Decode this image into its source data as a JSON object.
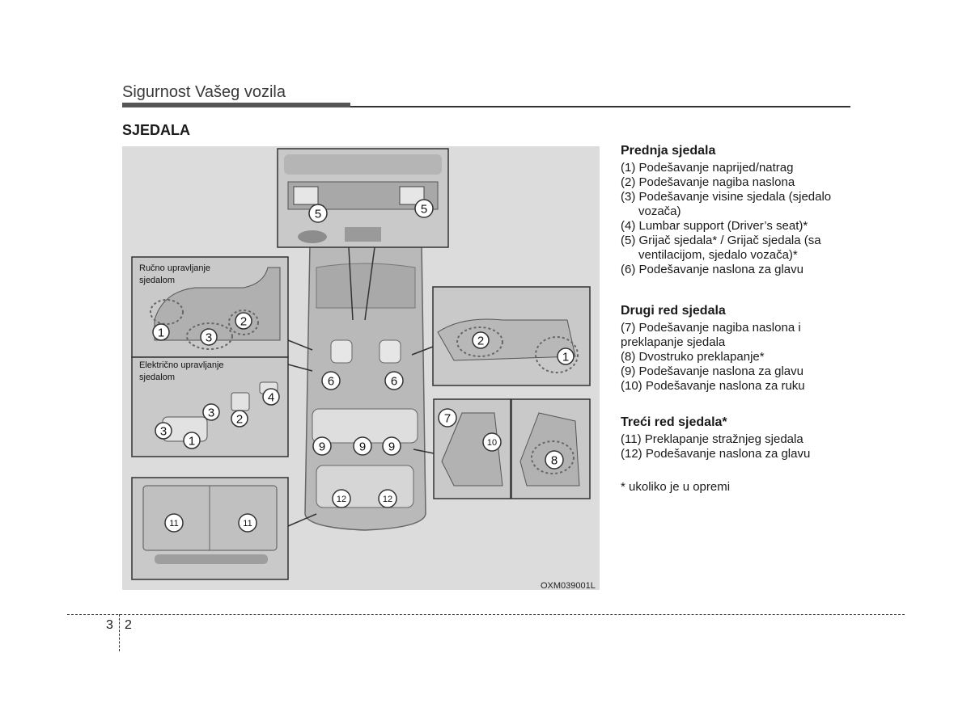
{
  "header": {
    "title": "Sigurnost Vašeg vozila"
  },
  "section": {
    "title": "SJEDALA"
  },
  "figure": {
    "code": "OXM039001L",
    "inset_manual": "Ručno upravljanje sjedalom",
    "inset_electric": "Električno upravljanje sjedalom",
    "callouts": {
      "c1": "1",
      "c2": "2",
      "c3": "3",
      "c4": "4",
      "c5": "5",
      "c6": "6",
      "c7": "7",
      "c8": "8",
      "c9": "9",
      "c10": "10",
      "c11": "11",
      "c12": "12"
    }
  },
  "front_seats": {
    "title": "Prednja sjedala",
    "items": [
      "(1) Podešavanje naprijed/natrag",
      "(2) Podešavanje nagiba naslona",
      "(3) Podešavanje visine sjedala (sjedalo vozača)",
      "(4) Lumbar support (Driver’s seat)*",
      "(5) Grijač sjedala* / Grijač sjedala (sa ventilacijom, sjedalo vozača)*",
      "(6) Podešavanje naslona za glavu"
    ]
  },
  "second_row": {
    "title": "Drugi red sjedala",
    "items": [
      "(7) Podešavanje nagiba naslona i preklapanje sjedala",
      "(8) Dvostruko preklapanje*",
      "(9) Podešavanje naslona za glavu",
      "(10) Podešavanje naslona za ruku"
    ]
  },
  "third_row": {
    "title": "Treći red sjedala*",
    "items": [
      "(11) Preklapanje stražnjeg sjedala",
      "(12) Podešavanje naslona za glavu"
    ]
  },
  "footnote": "* ukoliko je u opremi",
  "footer": {
    "chapter": "3",
    "page": "2"
  }
}
